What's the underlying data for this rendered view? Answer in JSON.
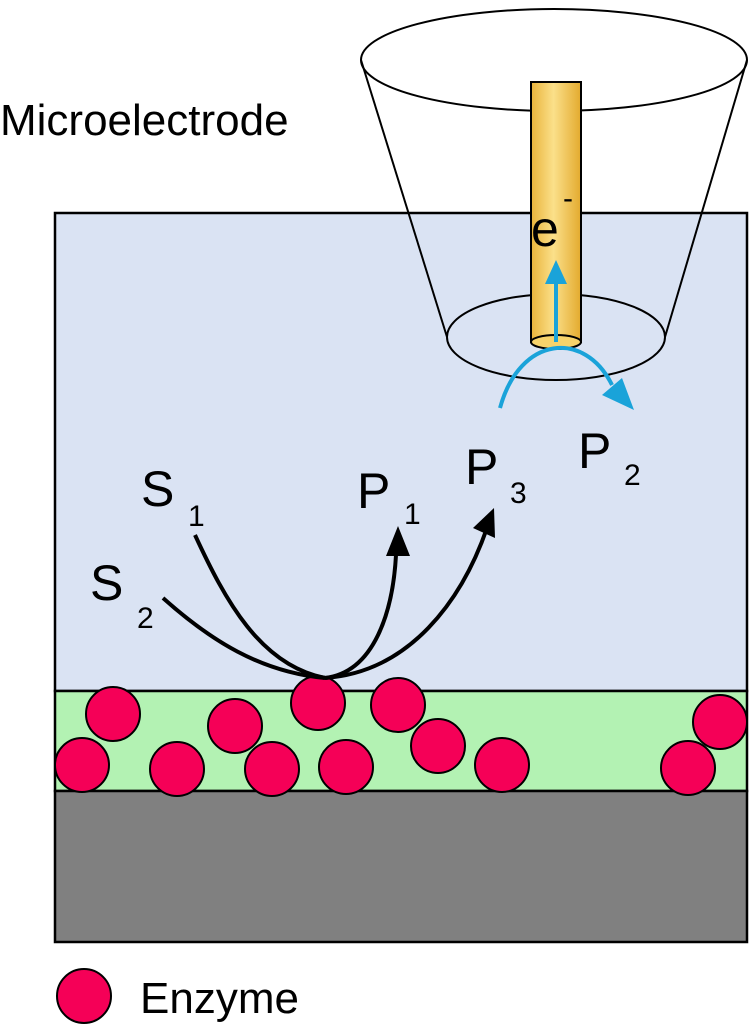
{
  "labels": {
    "microelectrode": "Microelectrode",
    "electron": "e",
    "electron_charge": "-",
    "s1_letter": "S",
    "s1_index": "1",
    "s2_letter": "S",
    "s2_index": "2",
    "p1_letter": "P",
    "p1_index": "1",
    "p2_letter": "P",
    "p2_index": "2",
    "p3_letter": "P",
    "p3_index": "3",
    "legend_enzyme": "Enzyme"
  },
  "colors": {
    "solution": "#dae3f3",
    "enzyme_layer": "#b3f2b3",
    "substrate": "#808080",
    "enzyme": "#f50057",
    "electrode": "#f7d36b",
    "electron_arrow": "#1aa3d9",
    "reaction_arrow": "#000000"
  }
}
